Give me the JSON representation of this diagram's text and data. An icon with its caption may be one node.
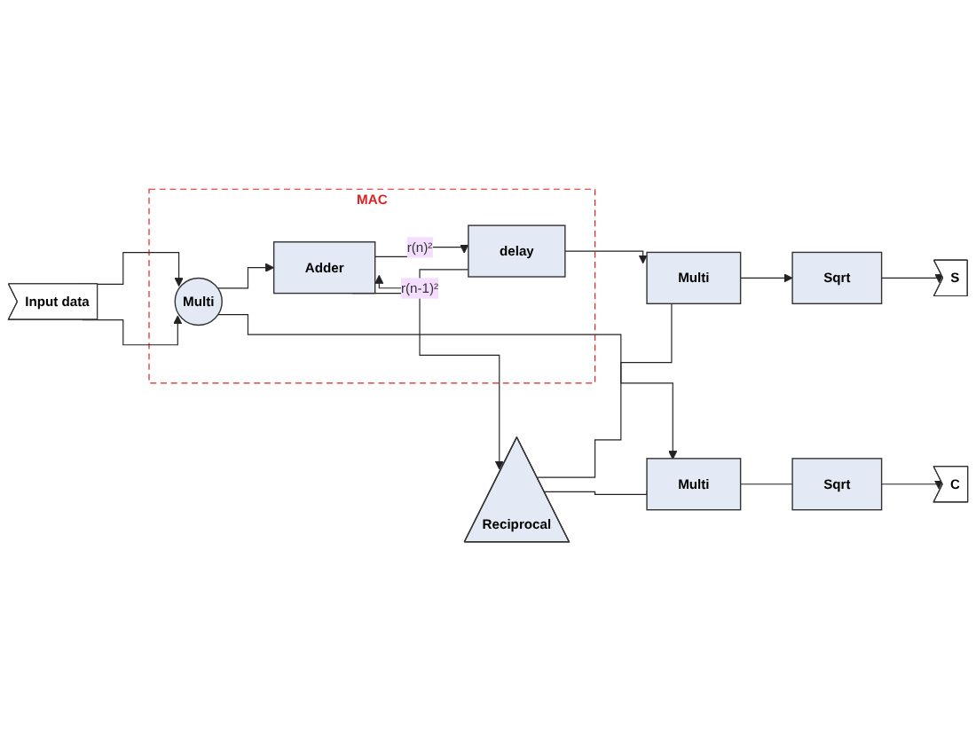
{
  "diagram": {
    "nodes": [
      {
        "text": [
          "Input data"
        ]
      },
      {
        "text": [
          "MAC"
        ]
      },
      {
        "text": [
          "Multi"
        ],
        "in": 1
      },
      {
        "text": [
          "Adder"
        ],
        "in": 1
      },
      {
        "text": [
          "delay"
        ],
        "in": 1
      },
      {
        "text": [
          "Reciprocal"
        ]
      },
      {
        "text": [
          "Multi"
        ]
      },
      {
        "text": [
          "Sqrt"
        ]
      },
      {
        "text": [
          "C"
        ]
      },
      {
        "text": [
          "Multi"
        ]
      },
      {
        "text": [
          "Sqrt"
        ]
      },
      {
        "text": [
          "S"
        ]
      }
    ],
    "edges": [
      {
        "from": 0,
        "to": 2,
        "arrow": "to"
      },
      {
        "from": 0,
        "to": 2,
        "arrow": "to"
      },
      {
        "from": 2,
        "to": 3,
        "arrow": "to"
      },
      {
        "from": 2,
        "to": 6,
        "arrow": "to"
      },
      {
        "from": 3,
        "to": 4,
        "arrow": "to",
        "label": "r(n)²"
      },
      {
        "from": 3,
        "to": 5,
        "arrow": "to"
      },
      {
        "from": 4,
        "to": 3,
        "arrow": "to",
        "label": "r(n-1)²"
      },
      {
        "from": 4,
        "to": 9,
        "arrow": "to"
      },
      {
        "from": 5,
        "to": 6,
        "arrow": "none"
      },
      {
        "from": 5,
        "to": 9,
        "arrow": "none"
      },
      {
        "from": 6,
        "to": 7,
        "arrow": "none"
      },
      {
        "from": 7,
        "to": 8,
        "arrow": "to"
      },
      {
        "from": 9,
        "to": 10,
        "arrow": "to"
      },
      {
        "from": 10,
        "to": 11,
        "arrow": "to"
      }
    ]
  }
}
